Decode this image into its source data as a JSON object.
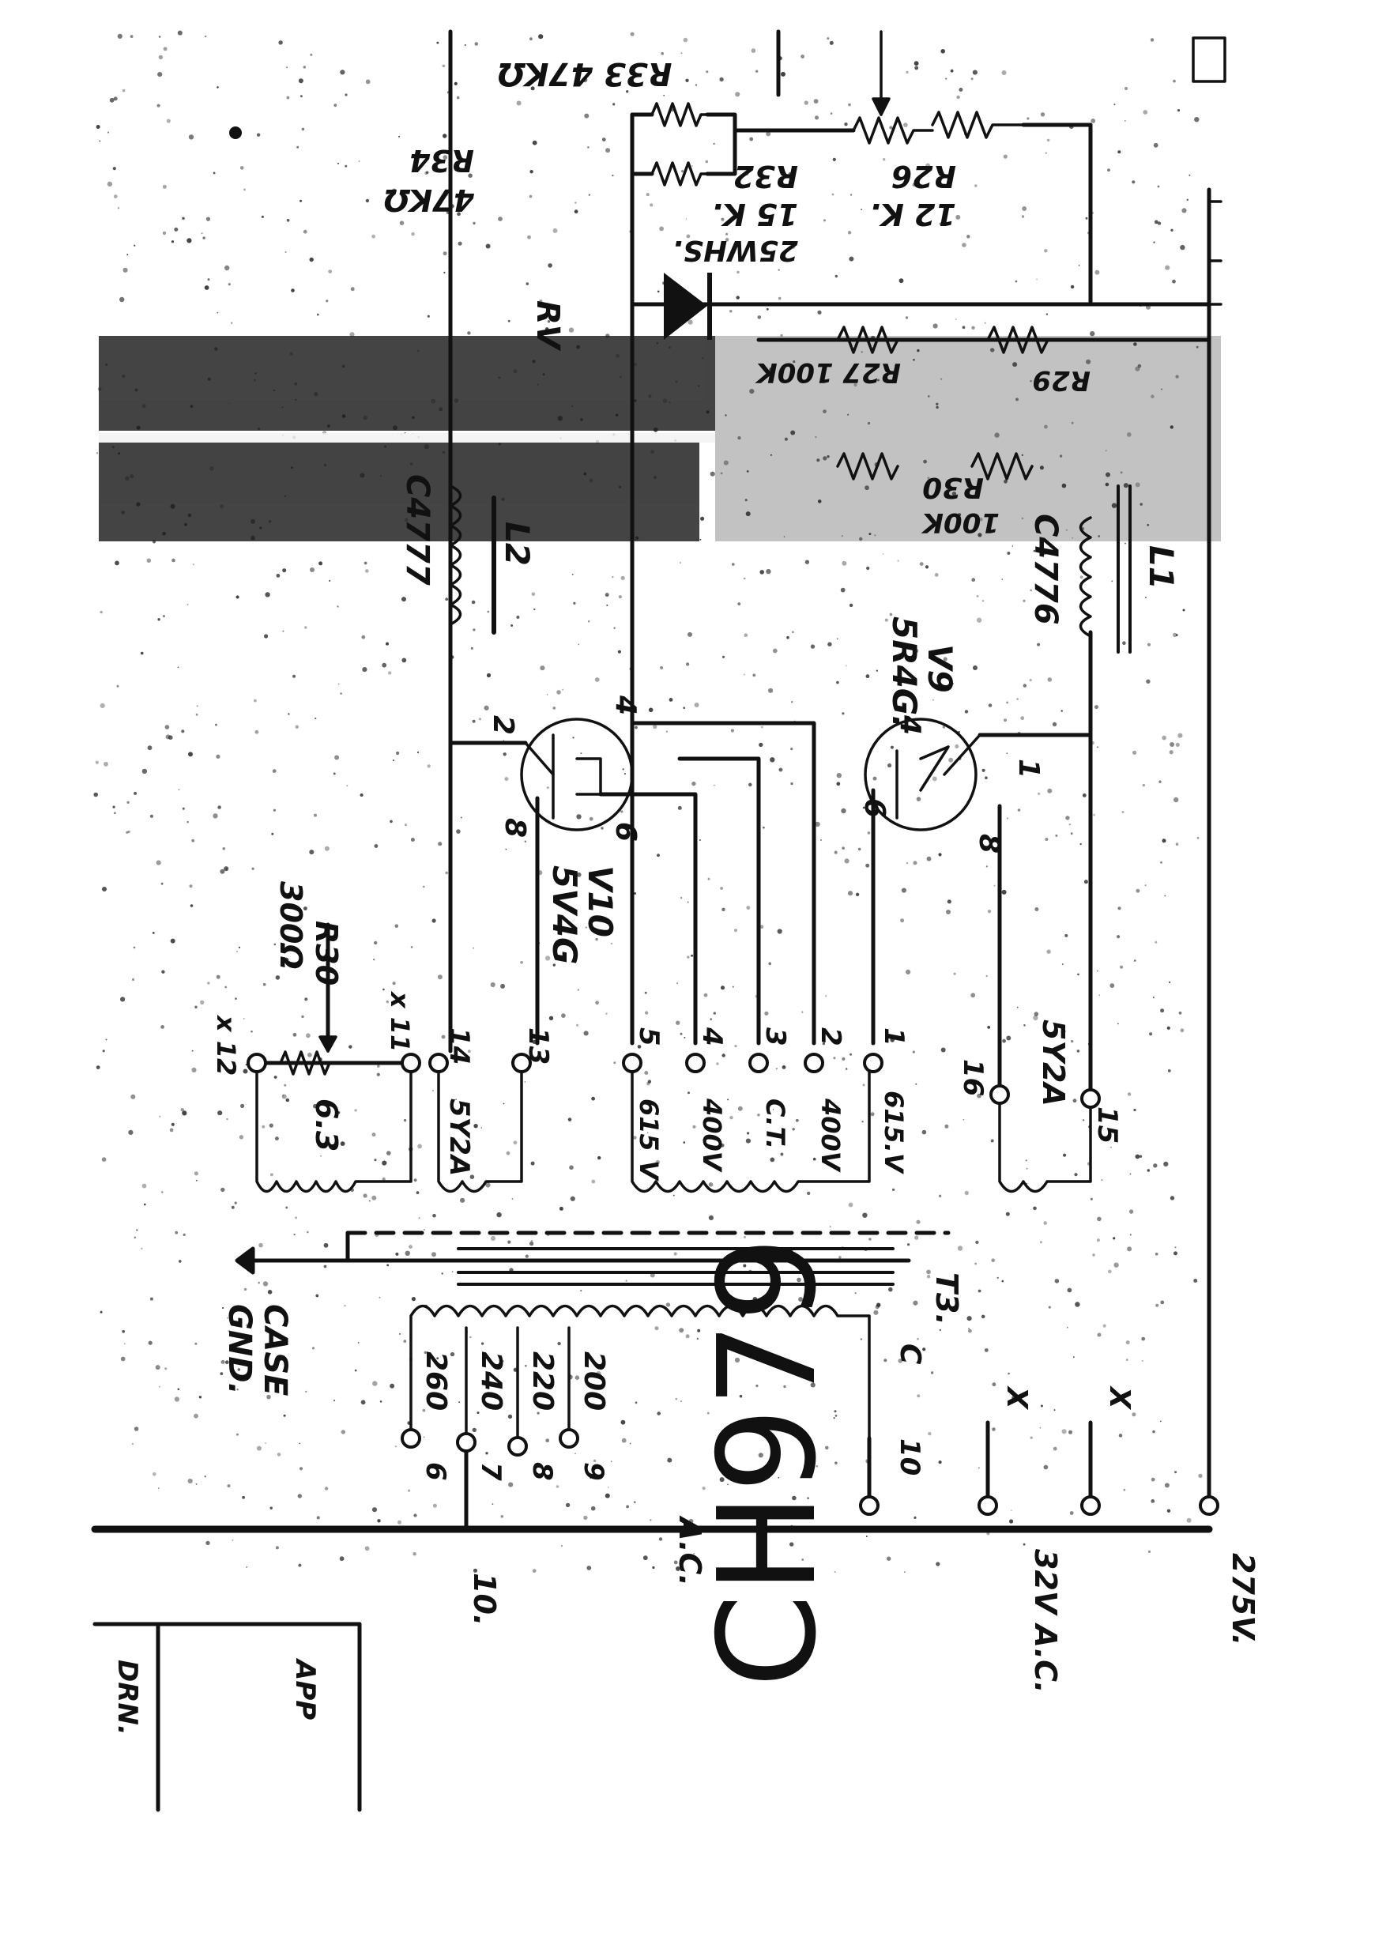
{
  "labels": {
    "r33": "R33 47KΩ",
    "r34_name": "R34",
    "r34_val": "47KΩ",
    "r32_name": "R32",
    "r32_val": "15 K.",
    "r32_watt": "25WHS.",
    "r26_name": "R26",
    "r26_val": "12 K.",
    "rv": "RV",
    "c_left": "C4777",
    "l2": "L2",
    "c_right": "C4776",
    "l1": "L1",
    "r30_right": "R30",
    "r30_right_val": "100K",
    "r27": "R27 100K",
    "r29": "R29",
    "v9_name": "V9",
    "v9_type": "5R4G.",
    "v10_name": "V10",
    "v10_type": "5V4G",
    "r30_left": "R30",
    "r30_left_val": "300Ω",
    "x12": "x 12",
    "x11": "x 11",
    "w63": "6.3",
    "p14": "14",
    "p13": "13",
    "w5y2a_left": "5Y2A",
    "p5": "5",
    "p4": "4",
    "p3": "3",
    "p2": "2",
    "p1": "1",
    "w615a": "615 V",
    "w400a": "400V",
    "wct": "C.T.",
    "w400b": "400V",
    "w615b": "615.V",
    "p16": "16",
    "p15": "15",
    "w5y2a_right": "5Y2A",
    "t3": "T3.",
    "case": "CASE",
    "gnd": "GND.",
    "tap260": "260",
    "tap240": "240",
    "tap220": "220",
    "tap200": "200",
    "tc": "C",
    "t6": "6",
    "t7": "7",
    "t8": "8",
    "t9": "9",
    "t10": "10",
    "ac": "A.C.",
    "x_a": "X",
    "x_b": "X",
    "v32ac": "32V A.C.",
    "v275": "275V.",
    "n10": "10.",
    "n_v9_1": "1",
    "n_v9_4": "4",
    "n_v9_6": "6",
    "n_v9_8": "8",
    "n_v10_2": "2",
    "n_v10_4": "4",
    "n_v10_6": "6",
    "n_v10_8": "8",
    "handwritten": "CH979",
    "box_app": "APP",
    "box_drn": "DRN."
  }
}
